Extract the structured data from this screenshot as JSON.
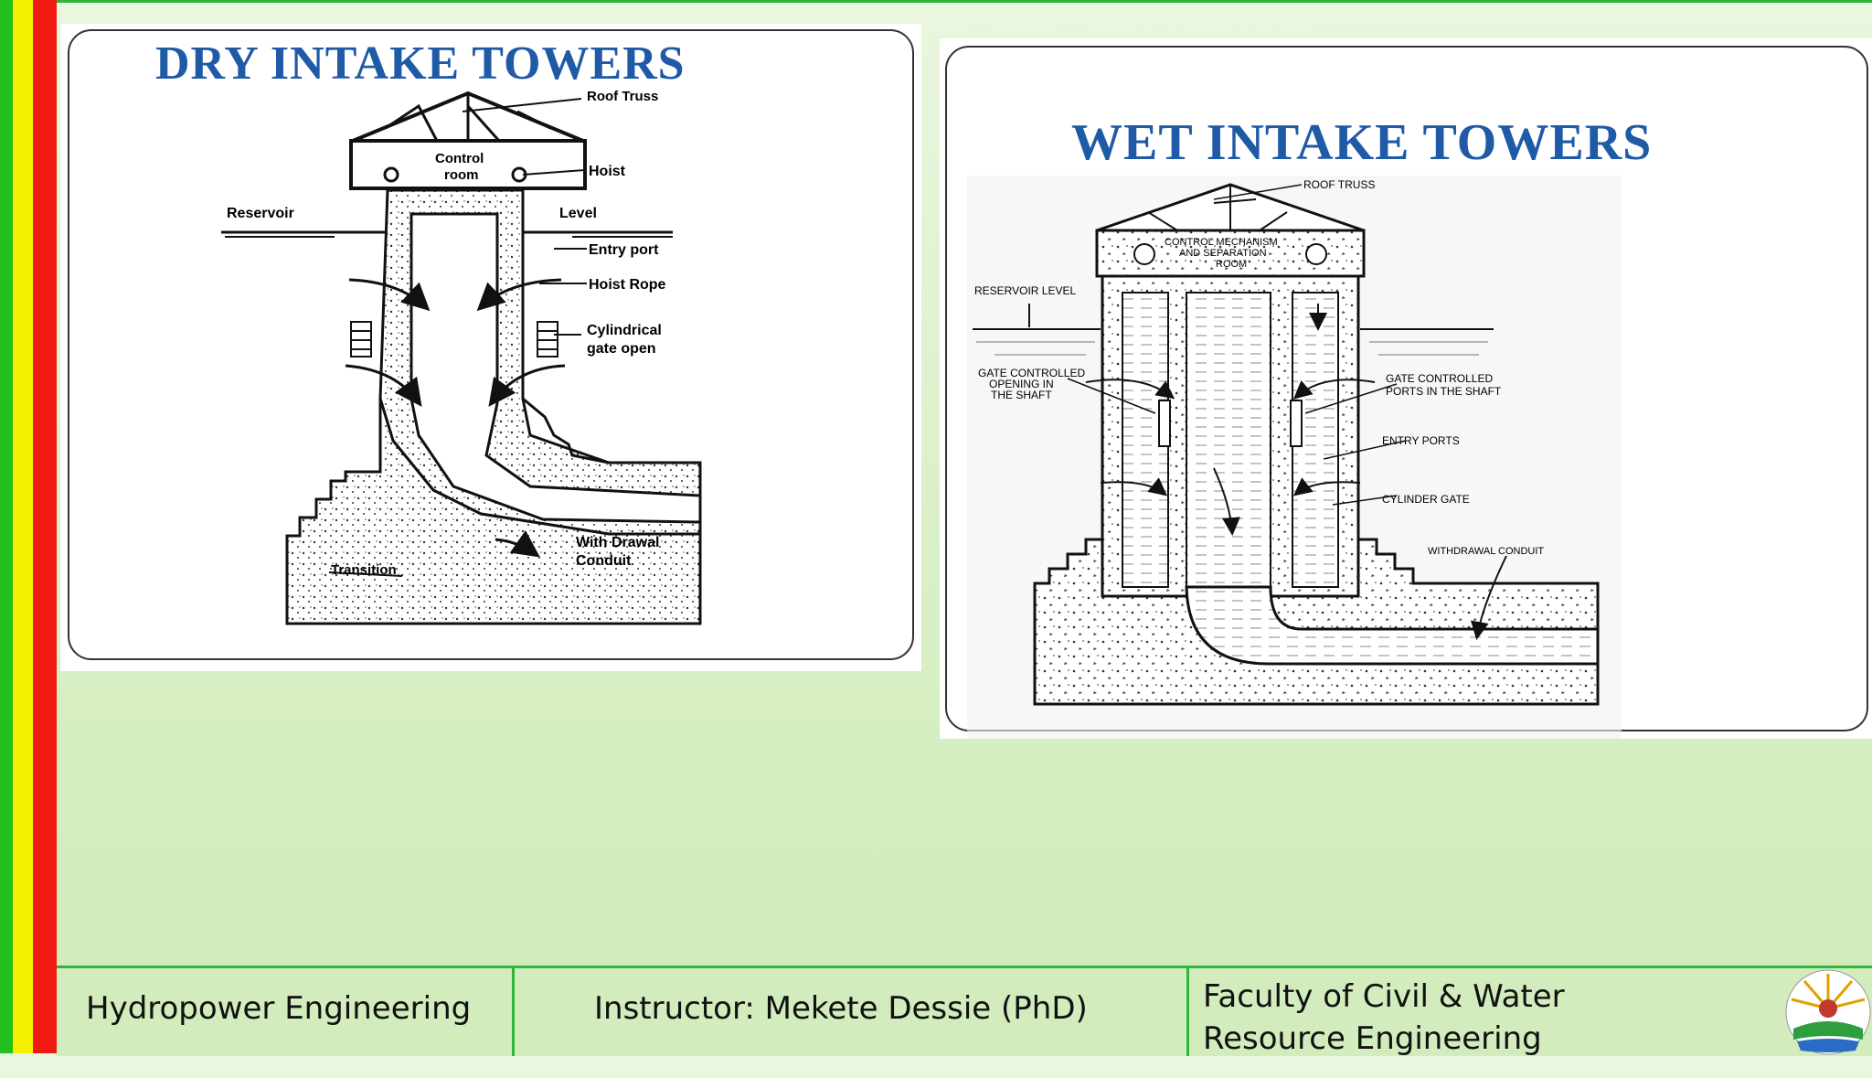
{
  "slide": {
    "dry": {
      "title": "DRY INTAKE TOWERS",
      "labels": {
        "roof_truss": "Roof Truss",
        "control_room_1": "Control",
        "control_room_2": "room",
        "hoist": "Hoist",
        "reservoir": "Reservoir",
        "level": "Level",
        "entry_port": "Entry port",
        "hoist_rope": "Hoist Rope",
        "cyl_gate_1": "Cylindrical",
        "cyl_gate_2": "gate open",
        "withdrawal_1": "With Drawal",
        "withdrawal_2": "Conduit",
        "transition": "Transition"
      }
    },
    "wet": {
      "title": "WET INTAKE TOWERS",
      "labels": {
        "roof_truss": "ROOF TRUSS",
        "control_1": "CONTROL MECHANISM",
        "control_2": "AND SEPARATION",
        "control_3": "ROOM",
        "reservoir_level": "RESERVOIR LEVEL",
        "gate_open_1": "GATE CONTROLLED",
        "gate_open_2": "OPENING IN",
        "gate_open_3": "THE SHAFT",
        "gate_ports_1": "GATE CONTROLLED",
        "gate_ports_2": "PORTS IN THE SHAFT",
        "entry_ports": "ENTRY PORTS",
        "cylinder_gate": "CYLINDER GATE",
        "withdrawal": "WITHDRAWAL CONDUIT"
      }
    }
  },
  "footer": {
    "course": "Hydropower Engineering",
    "instructor": "Instructor: Mekete Dessie (PhD)",
    "faculty": "Faculty of Civil & Water Resource Engineering"
  },
  "colors": {
    "title_blue": "#1f5aa6",
    "stripe_green": "#22c01e",
    "stripe_yellow": "#f3f000",
    "stripe_red": "#ef1b12",
    "footer_line": "#2db63a"
  }
}
